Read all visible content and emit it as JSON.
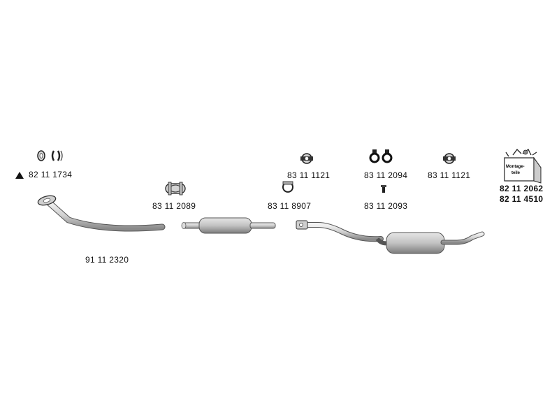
{
  "parts": {
    "gasket_set": "82 11 1734",
    "front_pipe": "91 11 2320",
    "clamp": "83 11 2089",
    "middle_muffler_clamp": "83 11 8907",
    "rubber_mount_left": "83 11 1121",
    "rubber_ring_pair": "83 11 2094",
    "rubber_mount_right": "83 11 1121",
    "bolt": "83 11 2093",
    "mounting_kit_1": "82 11 2062",
    "mounting_kit_2": "82 11 4510"
  },
  "kit_box": {
    "line1": "Montage-",
    "line2": "teile"
  },
  "icons": {
    "warning": "triangle-icon"
  }
}
